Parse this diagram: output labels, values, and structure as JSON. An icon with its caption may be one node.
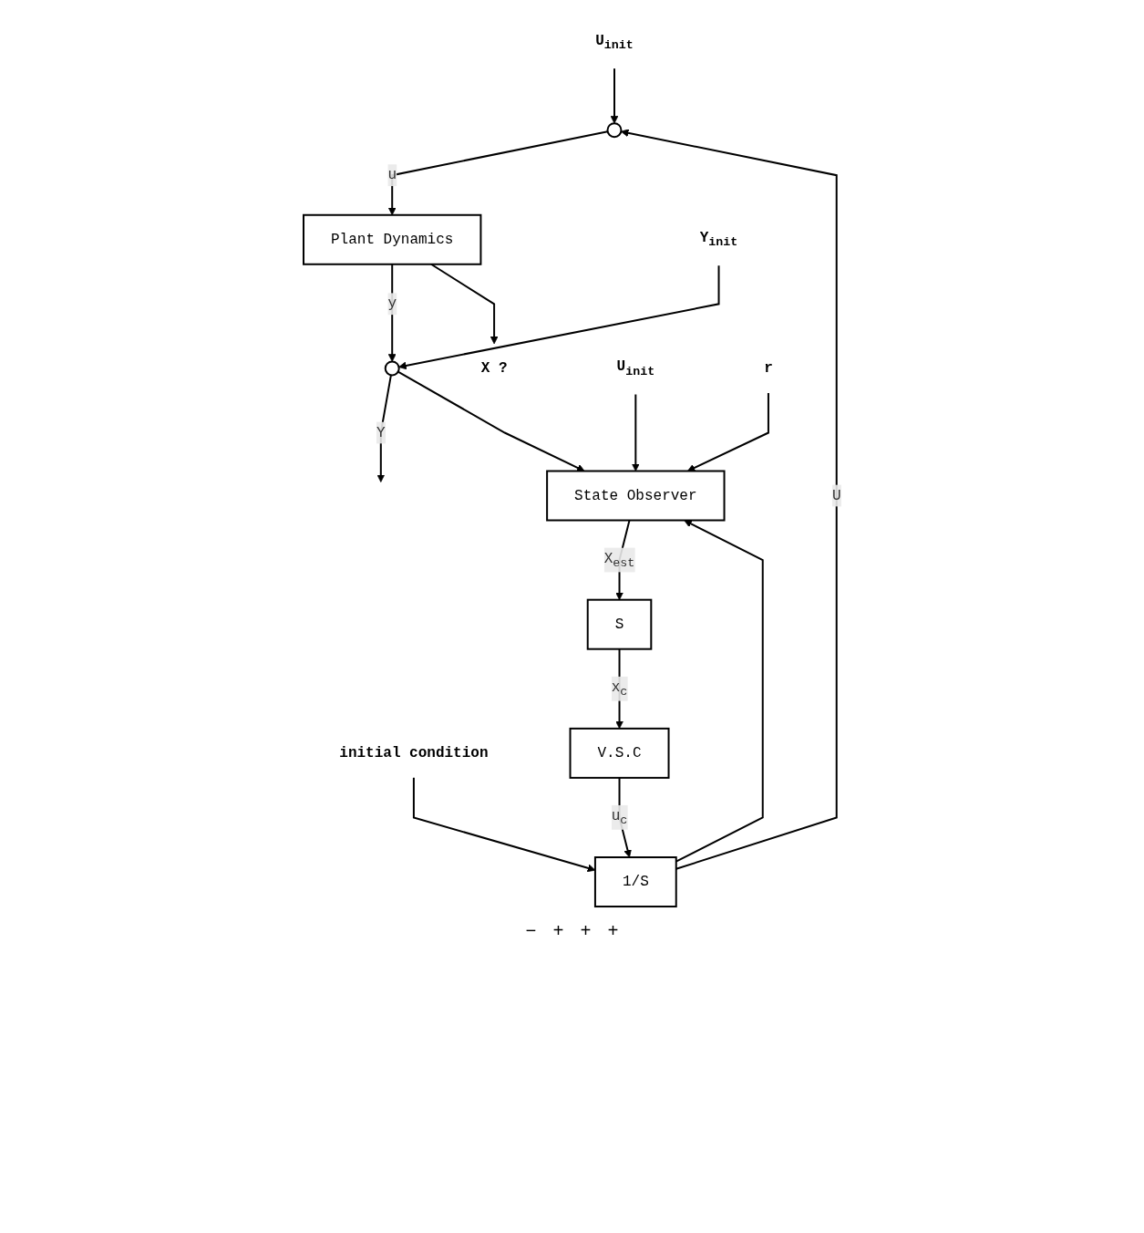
{
  "diagram": {
    "nodes": [
      {
        "text": [
          "U$_{init}$"
        ]
      },
      {
        "text": [],
        "shape": "circle"
      },
      {
        "text": [
          "Plant Dynamics"
        ]
      },
      {
        "text": [
          "Y$_{init}$"
        ]
      },
      {
        "text": [],
        "shape": "circle"
      },
      {
        "text": [
          "X ?"
        ]
      },
      {
        "text": [
          "U$_{init}$"
        ]
      },
      {
        "text": [
          "State Observer"
        ]
      },
      {
        "text": [
          "r"
        ]
      },
      {
        "text": [
          "S"
        ]
      },
      {
        "text": [
          "1/S"
        ]
      },
      {
        "text": [
          "initial condition"
        ]
      },
      {
        "text": [
          "V.S.C"
        ]
      }
    ],
    "edges": [
      {
        "from": 0,
        "to": 1,
        "arrow": "to"
      },
      {
        "from": 10,
        "to": 1,
        "arrow": "to",
        "label": "U"
      },
      {
        "from": 1,
        "to": 2,
        "arrow": "to",
        "label": "u"
      },
      {
        "from": 3,
        "to": 4,
        "arrow": "to"
      },
      {
        "from": 2,
        "to": 4,
        "arrow": "to",
        "label": "y"
      },
      {
        "from": 4,
        "to": null,
        "arrow": "to",
        "label": "Y"
      },
      {
        "from": 2,
        "to": 5,
        "arrow": "to"
      },
      {
        "from": 6,
        "to": 7,
        "arrow": "to"
      },
      {
        "from": 10,
        "to": 7,
        "arrow": "to"
      },
      {
        "from": 8,
        "to": 7,
        "arrow": "to"
      },
      {
        "from": 4,
        "to": 7,
        "arrow": "to"
      },
      {
        "from": 7,
        "to": 9,
        "arrow": "to",
        "label": "X$_{est}$"
      },
      {
        "from": 11,
        "to": 10,
        "arrow": "to"
      },
      {
        "from": 9,
        "to": 12,
        "arrow": "to",
        "label": "x$_{c}$"
      },
      {
        "from": 12,
        "to": 10,
        "arrow": "to",
        "label": "u$_{c}$"
      }
    ],
    "labels": [
      "−",
      "+",
      "+",
      "+"
    ]
  }
}
